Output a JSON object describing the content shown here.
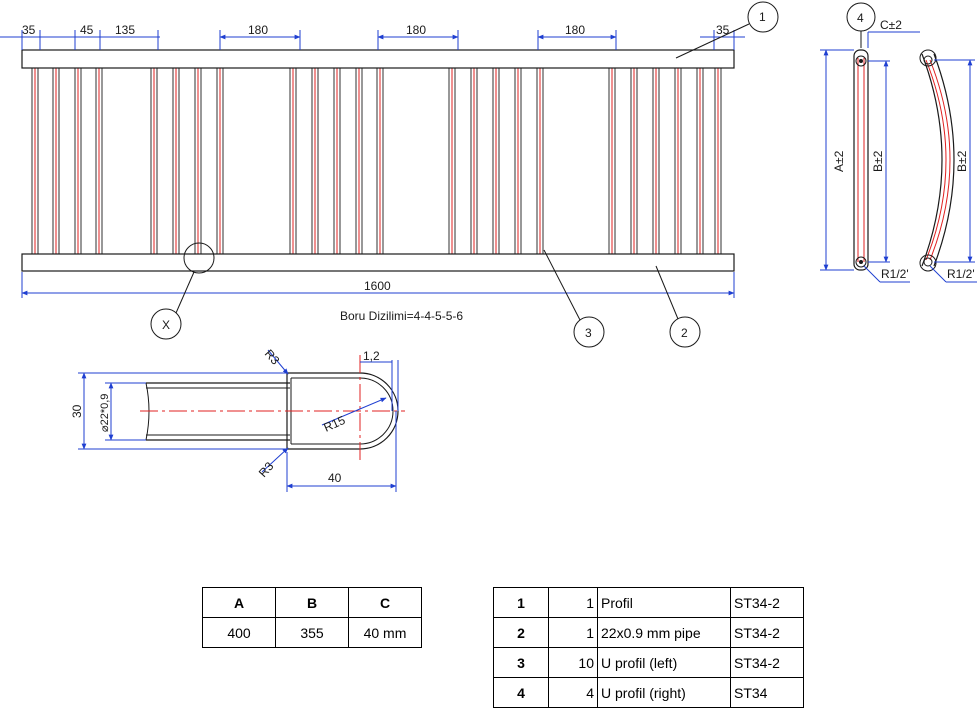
{
  "front_view": {
    "spacing_dims": [
      "35",
      "45",
      "135",
      "180",
      "180",
      "180",
      "35"
    ],
    "total_width": "1600",
    "pipe_layout": "Boru Dizilimi=4-4-5-5-6",
    "balloons": [
      "1",
      "2",
      "3",
      "X"
    ]
  },
  "side_view": {
    "balloon": "4",
    "dim_c": "C±2",
    "dim_a": "A±2",
    "dim_b_straight": "B±2",
    "dim_b_curved": "B±2",
    "thread_straight": "R1/2'",
    "thread_curved": "R1/2'"
  },
  "detail": {
    "r3_top": "R3",
    "r3_bottom": "R3",
    "wall": "1,2",
    "height": "30",
    "pipe": "⌀22*0,9",
    "radius": "R15",
    "length": "40"
  },
  "dims_table": {
    "headers": [
      "A",
      "B",
      "C"
    ],
    "values": [
      "400",
      "355",
      "40 mm"
    ]
  },
  "parts_table": [
    {
      "no": "1",
      "qty": "1",
      "desc": "Profil",
      "mat": "ST34-2"
    },
    {
      "no": "2",
      "qty": "1",
      "desc": "22x0.9 mm pipe",
      "mat": "ST34-2"
    },
    {
      "no": "3",
      "qty": "10",
      "desc": "U profil (left)",
      "mat": "ST34-2"
    },
    {
      "no": "4",
      "qty": "4",
      "desc": "U profil (right)",
      "mat": "ST34"
    }
  ],
  "colors": {
    "line": "#1a1a1a",
    "dimension": "#1f3fd1",
    "centerline": "#e02020"
  }
}
